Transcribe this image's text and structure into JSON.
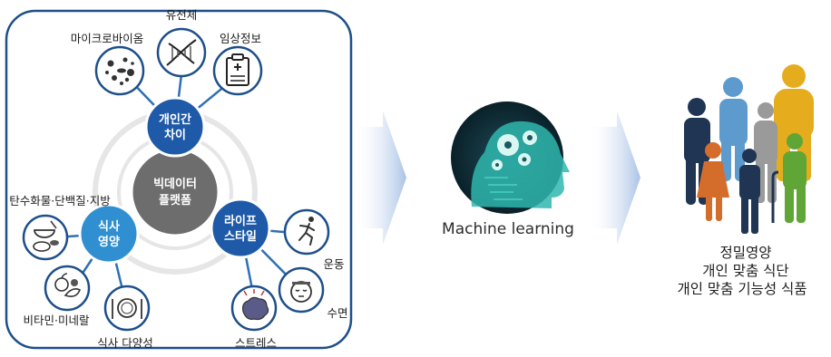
{
  "center": {
    "line1": "빅데이터",
    "line2": "플랫폼"
  },
  "hubs": {
    "individual": {
      "line1": "개인간",
      "line2": "차이"
    },
    "diet": {
      "line1": "식사",
      "line2": "영양"
    },
    "lifestyle": {
      "line1": "라이프",
      "line2": "스타일"
    }
  },
  "labels": {
    "genome": "유전체",
    "microbiome": "마이크로바이옴",
    "clinical": "임상정보",
    "macronutrients": "탄수화물·단백질·지방",
    "vitamins": "비타민·미네랄",
    "diet_diversity": "식사 다양성",
    "exercise": "운동",
    "sleep": "수면",
    "stress": "스트레스"
  },
  "machine_learning": "Machine learning",
  "results": [
    "정밀영양",
    "개인 맞춤 식단",
    "개인 맞춤 기능성 식품"
  ],
  "icons": {
    "genome": "dna-icon",
    "microbiome": "microbe-icon",
    "clinical": "clipboard-icon",
    "macronutrients": "food-bowl-icon",
    "vitamins": "fruit-vegetable-icon",
    "diet_diversity": "plate-cutlery-icon",
    "exercise": "running-person-icon",
    "sleep": "sleeping-face-icon",
    "stress": "brain-stress-icon",
    "ml": "ai-head-gears-icon",
    "people": "people-group-icon"
  },
  "colors": {
    "hub_dark": "#1f5aa8",
    "hub_light": "#2f8fd0",
    "center": "#6d6d6d",
    "frame": "#1d4f8a",
    "ring": "#e6e6e6",
    "arrow": "#b9cde8",
    "ai_bg": "#0d2b37",
    "ai_glow": "#4fd8c8"
  }
}
